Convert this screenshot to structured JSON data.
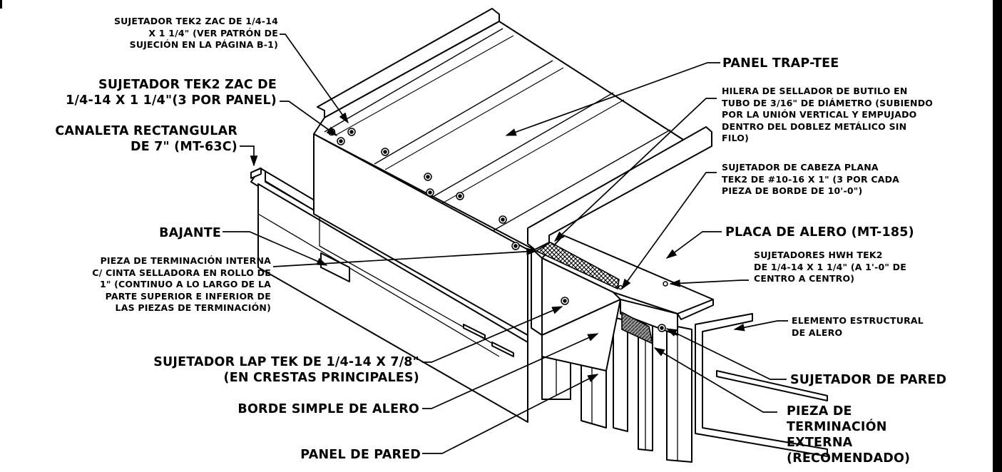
{
  "labels": {
    "tek2_zac_pattern": "SUJETADOR TEK2 ZAC DE 1/4-14\nX 1 1/4\" (VER PATRÓN DE\nSUJECIÓN EN LA PÁGINA B-1)",
    "tek2_zac_three": "SUJETADOR TEK2 ZAC DE\n1/4-14 X 1 1/4\"(3 POR PANEL)",
    "gutter": "CANALETA RECTANGULAR\nDE 7\" (MT-63C)",
    "downspout": "BAJANTE",
    "inside_closure": "PIEZA DE TERMINACIÓN INTERNA\nC/ CINTA SELLADORA EN ROLLO DE\n1\" (CONTINUO A LO LARGO DE LA\nPARTE SUPERIOR E INFERIOR DE\nLAS PIEZAS DE TERMINACIÓN)",
    "lap_tek": "SUJETADOR LAP TEK DE 1/4-14 X 7/8\"\n(EN CRESTAS PRINCIPALES)",
    "eave_trim": "BORDE SIMPLE DE ALERO",
    "wall_panel": "PANEL DE PARED",
    "trap_tee": "PANEL TRAP-TEE",
    "butyl": "HILERA DE SELLADOR DE BUTILO EN\nTUBO DE 3/16\" DE DIÁMETRO (SUBIENDO\nPOR LA UNIÓN VERTICAL Y EMPUJADO\nDENTRO DEL DOBLEZ METÁLICO SIN\nFILO)",
    "flathead": "SUJETADOR DE CABEZA PLANA\nTEK2 DE #10-16 X 1\" (3 POR CADA\nPIEZA DE BORDE DE 10'-0\")",
    "eave_plate": "PLACA DE ALERO (MT-185)",
    "hwh": "SUJETADORES HWH TEK2\nDE 1/4-14 X 1 1/4\" (A 1'-0\" DE\nCENTRO A CENTRO)",
    "eave_member": "ELEMENTO ESTRUCTURAL\nDE ALERO",
    "wall_fastener": "SUJETADOR DE PARED",
    "outside_closure": "PIEZA DE\nTERMINACIÓN\nEXTERNA\n(RECOMENDADO)"
  },
  "colors": {
    "ink": "#000000",
    "paper": "#ffffff",
    "foam": "#555555"
  }
}
